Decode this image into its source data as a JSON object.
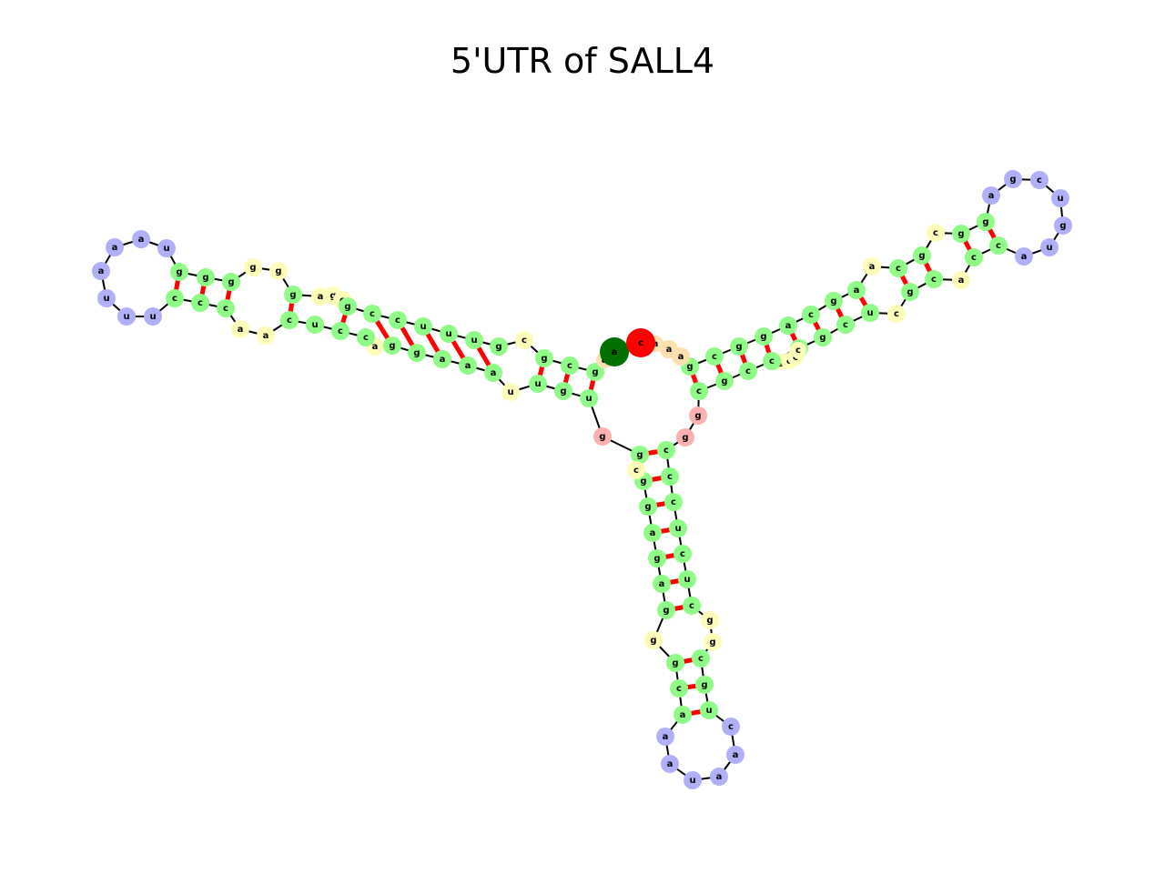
{
  "title": "5'UTR of SALL4",
  "colors": {
    "stem": "#90fc88",
    "hairpin_loop": "#b0b0f8",
    "interior_loop": "#fdfcb8",
    "multiloop": "#fcb0b0",
    "dangling": "#fde0b0",
    "start": "#007000",
    "end": "#ff0000",
    "pair_bond": "#ff0000",
    "backbone": "#000000"
  },
  "structure": {
    "five_prime_end": {
      "base": "a",
      "color": "start"
    },
    "three_prime_end": {
      "base": "c",
      "color": "end"
    },
    "left_arm": {
      "hairpin_loop": [
        "u",
        "a",
        "a",
        "a",
        "u",
        "u",
        "u"
      ],
      "stems": [
        {
          "upper": [
            "g",
            "g",
            "g",
            "g"
          ],
          "lower": [
            "c",
            "c",
            "c",
            "c"
          ]
        },
        {
          "upper": [
            "g",
            "c",
            "c",
            "u",
            "g"
          ],
          "lower": [
            "c",
            "g",
            "g",
            "a",
            "a"
          ]
        }
      ],
      "interior_loops": [
        {
          "upper": [
            "g",
            "g"
          ],
          "lower": [
            "a",
            "a"
          ]
        },
        {
          "upper": [
            "a",
            "g",
            "c"
          ],
          "lower": [
            "a"
          ]
        },
        {
          "upper": [
            "c"
          ],
          "lower": [
            "u"
          ]
        }
      ]
    },
    "right_arm": {
      "hairpin_loop": [
        "a",
        "g",
        "c",
        "u",
        "g",
        "u",
        "a"
      ],
      "stems": [
        {
          "upper": [
            "c",
            "g"
          ],
          "lower": [
            "g",
            "c"
          ]
        },
        {
          "upper": [
            "c",
            "g",
            "a"
          ],
          "lower": [
            "c",
            "g",
            "u"
          ]
        },
        {
          "upper": [
            "g",
            "c",
            "g",
            "a"
          ],
          "lower": [
            "c",
            "g",
            "c",
            "u"
          ]
        }
      ],
      "interior_loops": [
        {
          "upper": [
            "c"
          ],
          "lower": [
            "a"
          ]
        },
        {
          "upper": [
            "a"
          ],
          "lower": [
            "c"
          ]
        },
        {
          "upper": [
            "a",
            "g",
            "c",
            "c",
            "c"
          ],
          "lower": []
        }
      ]
    },
    "bottom_arm": {
      "hairpin_loop": [
        "a",
        "a",
        "u",
        "a",
        "a",
        "c"
      ],
      "stems": [
        {
          "left": [
            "g",
            "g",
            "g",
            "a",
            "g",
            "a",
            "g"
          ],
          "right": [
            "c",
            "c",
            "c",
            "u",
            "c",
            "u",
            "c"
          ]
        },
        {
          "left": [
            "g",
            "c",
            "a"
          ],
          "right": [
            "c",
            "g",
            "u"
          ]
        }
      ],
      "interior_loops": [
        {
          "left": [
            "c"
          ],
          "right": []
        },
        {
          "left": [
            "g"
          ],
          "right": [
            "g",
            "g"
          ]
        }
      ]
    },
    "multiloop": [
      "g",
      "g",
      "g"
    ],
    "dangling": [
      "a",
      "a"
    ]
  }
}
